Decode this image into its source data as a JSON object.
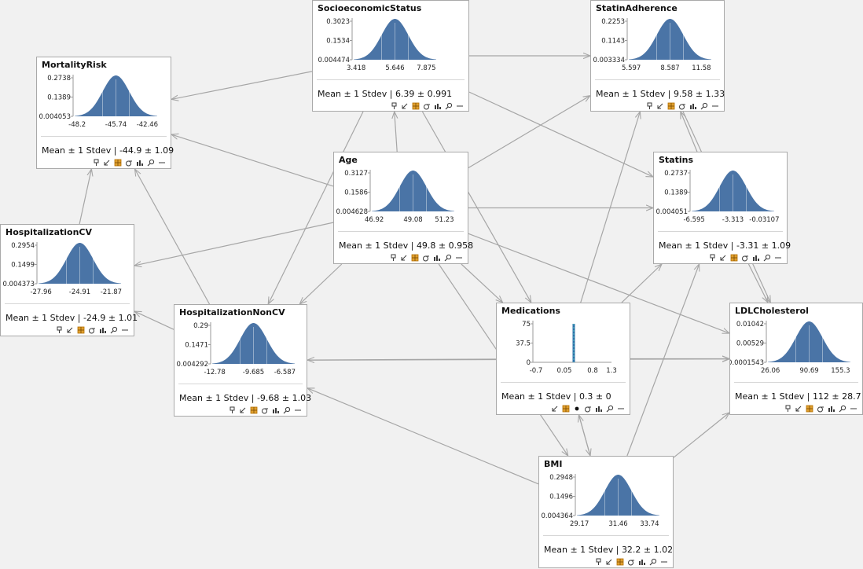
{
  "colors": {
    "curve": "#4a74a6",
    "edge": "#a6a6a6",
    "border": "#a9a9a9",
    "flag": "#c07a00"
  },
  "stat_prefix": "Mean ± 1 Stdev",
  "toolbar_icons": [
    "pin-icon",
    "collapse-arrow-icon",
    "grid-icon",
    "sigma-icon",
    "histogram-icon",
    "search-icon",
    "minimize-icon"
  ],
  "medications_toolbar_icons": [
    "collapse-arrow-icon",
    "grid-icon",
    "dot-icon",
    "sigma-icon",
    "histogram-icon",
    "search-icon",
    "minimize-icon"
  ],
  "nodes": [
    {
      "id": "SocioeconomicStatus",
      "title": "SocioeconomicStatus",
      "stat": "6.39 ± 0.991",
      "chart": {
        "type": "area",
        "y_ticks": [
          "0.3023",
          "0.1534",
          "0.004474"
        ],
        "x_ticks": [
          "3.418",
          "5.646",
          "7.875"
        ]
      }
    },
    {
      "id": "StatinAdherence",
      "title": "StatinAdherence",
      "stat": "9.58 ± 1.33",
      "chart": {
        "type": "area",
        "y_ticks": [
          "0.2253",
          "0.1143",
          "0.003334"
        ],
        "x_ticks": [
          "5.597",
          "8.587",
          "11.58"
        ]
      }
    },
    {
      "id": "MortalityRisk",
      "title": "MortalityRisk",
      "stat": "-44.9 ± 1.09",
      "chart": {
        "type": "area",
        "y_ticks": [
          "0.2738",
          "0.1389",
          "0.004053"
        ],
        "x_ticks": [
          "-48.2",
          "-45.74",
          "-42.46"
        ]
      }
    },
    {
      "id": "Age",
      "title": "Age",
      "stat": "49.8 ± 0.958",
      "chart": {
        "type": "area",
        "y_ticks": [
          "0.3127",
          "0.1586",
          "0.004628"
        ],
        "x_ticks": [
          "46.92",
          "49.08",
          "51.23"
        ]
      }
    },
    {
      "id": "Statins",
      "title": "Statins",
      "stat": "-3.31 ± 1.09",
      "chart": {
        "type": "area",
        "y_ticks": [
          "0.2737",
          "0.1389",
          "0.004051"
        ],
        "x_ticks": [
          "-6.595",
          "-3.313",
          "-0.03107"
        ]
      }
    },
    {
      "id": "HospitalizationCV",
      "title": "HospitalizationCV",
      "stat": "-24.9 ± 1.01",
      "chart": {
        "type": "area",
        "y_ticks": [
          "0.2954",
          "0.1499",
          "0.004373"
        ],
        "x_ticks": [
          "-27.96",
          "-24.91",
          "-21.87"
        ]
      }
    },
    {
      "id": "HospitalizationNonCV",
      "title": "HospitalizationNonCV",
      "stat": "-9.68 ± 1.03",
      "chart": {
        "type": "area",
        "y_ticks": [
          "0.29",
          "0.1471",
          "0.004292"
        ],
        "x_ticks": [
          "-12.78",
          "-9.685",
          "-6.587"
        ]
      }
    },
    {
      "id": "Medications",
      "title": "Medications",
      "stat": "0.3 ± 0",
      "chart": {
        "type": "bar",
        "y_ticks": [
          "75",
          "37.5",
          "0"
        ],
        "x_ticks": [
          "-0.7",
          "0.05",
          "0.8",
          "1.3"
        ],
        "bar_x": 0.3,
        "x_range": [
          -0.7,
          1.3
        ]
      }
    },
    {
      "id": "LDLCholesterol",
      "title": "LDLCholesterol",
      "stat": "112 ± 28.7",
      "chart": {
        "type": "area",
        "y_ticks": [
          "0.01042",
          "0.00529",
          "0.0001543"
        ],
        "x_ticks": [
          "26.06",
          "90.69",
          "155.3"
        ]
      }
    },
    {
      "id": "BMI",
      "title": "BMI",
      "stat": "32.2 ± 1.02",
      "chart": {
        "type": "area",
        "y_ticks": [
          "0.2948",
          "0.1496",
          "0.004364"
        ],
        "x_ticks": [
          "29.17",
          "31.46",
          "33.74"
        ]
      }
    }
  ],
  "edges": [
    [
      "SocioeconomicStatus",
      "MortalityRisk"
    ],
    [
      "SocioeconomicStatus",
      "StatinAdherence"
    ],
    [
      "SocioeconomicStatus",
      "Statins"
    ],
    [
      "SocioeconomicStatus",
      "HospitalizationNonCV"
    ],
    [
      "SocioeconomicStatus",
      "Medications"
    ],
    [
      "Age",
      "SocioeconomicStatus"
    ],
    [
      "Age",
      "MortalityRisk"
    ],
    [
      "Age",
      "StatinAdherence"
    ],
    [
      "Age",
      "Statins"
    ],
    [
      "Age",
      "HospitalizationCV"
    ],
    [
      "Age",
      "HospitalizationNonCV"
    ],
    [
      "Age",
      "Medications"
    ],
    [
      "Age",
      "LDLCholesterol"
    ],
    [
      "Age",
      "BMI"
    ],
    [
      "HospitalizationCV",
      "MortalityRisk"
    ],
    [
      "HospitalizationNonCV",
      "MortalityRisk"
    ],
    [
      "HospitalizationNonCV",
      "HospitalizationCV"
    ],
    [
      "Statins",
      "StatinAdherence"
    ],
    [
      "StatinAdherence",
      "LDLCholesterol"
    ],
    [
      "Statins",
      "LDLCholesterol"
    ],
    [
      "Medications",
      "StatinAdherence"
    ],
    [
      "Medications",
      "Statins"
    ],
    [
      "Medications",
      "HospitalizationNonCV"
    ],
    [
      "Medications",
      "LDLCholesterol"
    ],
    [
      "HospitalizationNonCV",
      "LDLCholesterol"
    ],
    [
      "Medications",
      "BMI"
    ],
    [
      "BMI",
      "HospitalizationNonCV"
    ],
    [
      "BMI",
      "LDLCholesterol"
    ],
    [
      "BMI",
      "Statins"
    ],
    [
      "BMI",
      "Medications"
    ]
  ]
}
